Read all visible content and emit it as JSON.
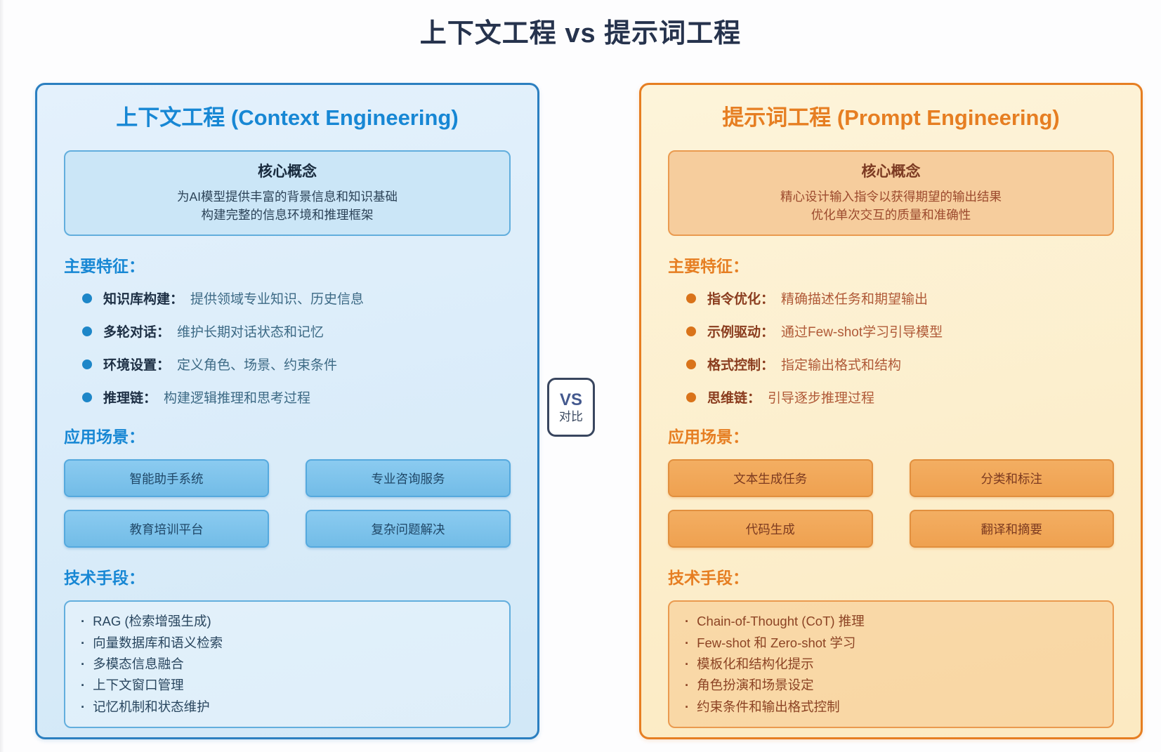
{
  "page": {
    "title": "上下文工程 vs 提示词工程"
  },
  "ui": {
    "bullet_char": "·"
  },
  "colors": {
    "blue_accent": "#1787d4",
    "blue_border": "#2b7fc0",
    "orange_accent": "#e67e22",
    "navy_title": "#26334d"
  },
  "vs_badge": {
    "line1": "VS",
    "line2": "对比"
  },
  "left_panel": {
    "title": "上下文工程 (Context Engineering)",
    "core": {
      "heading": "核心概念",
      "line1": "为AI模型提供丰富的背景信息和知识基础",
      "line2": "构建完整的信息环境和推理框架"
    },
    "features_heading": "主要特征：",
    "features": [
      {
        "label": "知识库构建：",
        "desc": "提供领域专业知识、历史信息"
      },
      {
        "label": "多轮对话：",
        "desc": "维护长期对话状态和记忆"
      },
      {
        "label": "环境设置：",
        "desc": "定义角色、场景、约束条件"
      },
      {
        "label": "推理链：",
        "desc": "构建逻辑推理和思考过程"
      }
    ],
    "scenarios_heading": "应用场景：",
    "scenarios": [
      "智能助手系统",
      "专业咨询服务",
      "教育培训平台",
      "复杂问题解决"
    ],
    "tech_heading": "技术手段：",
    "tech_items": [
      "RAG (检索增强生成)",
      "向量数据库和语义检索",
      "多模态信息融合",
      "上下文窗口管理",
      "记忆机制和状态维护"
    ]
  },
  "right_panel": {
    "title": "提示词工程 (Prompt Engineering)",
    "core": {
      "heading": "核心概念",
      "line1": "精心设计输入指令以获得期望的输出结果",
      "line2": "优化单次交互的质量和准确性"
    },
    "features_heading": "主要特征：",
    "features": [
      {
        "label": "指令优化：",
        "desc": "精确描述任务和期望输出"
      },
      {
        "label": "示例驱动：",
        "desc": "通过Few-shot学习引导模型"
      },
      {
        "label": "格式控制：",
        "desc": "指定输出格式和结构"
      },
      {
        "label": "思维链：",
        "desc": "引导逐步推理过程"
      }
    ],
    "scenarios_heading": "应用场景：",
    "scenarios": [
      "文本生成任务",
      "分类和标注",
      "代码生成",
      "翻译和摘要"
    ],
    "tech_heading": "技术手段：",
    "tech_items": [
      "Chain-of-Thought (CoT) 推理",
      "Few-shot 和 Zero-shot 学习",
      "模板化和结构化提示",
      "角色扮演和场景设定",
      "约束条件和输出格式控制"
    ]
  }
}
